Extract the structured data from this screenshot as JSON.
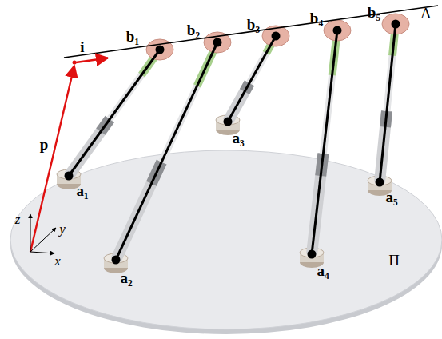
{
  "diagram": {
    "labels": [
      "b₁",
      "b₂",
      "b₃",
      "b₄",
      "b₅",
      "Λ",
      "i",
      "p",
      "a₁",
      "a₂",
      "a₃",
      "a₄",
      "a₅",
      "Π",
      "z",
      "y",
      "x"
    ]
  }
}
